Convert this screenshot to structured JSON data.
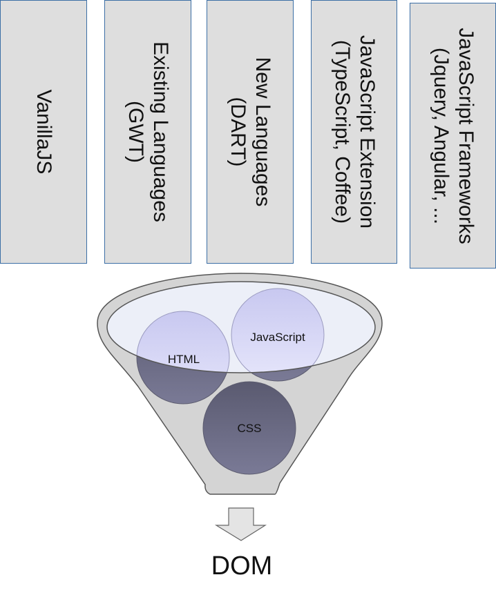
{
  "sources": [
    {
      "id": "vanillajs",
      "label": "VanillaJS"
    },
    {
      "id": "existing-languages",
      "label": "Existing Languages\n(GWT)"
    },
    {
      "id": "new-languages",
      "label": "New Languages\n(DART)"
    },
    {
      "id": "javascript-extension",
      "label": "JavaScript Extension\n(TypeScript, Coffee)"
    },
    {
      "id": "javascript-frameworks",
      "label": "JavaScript Frameworks\n(Jquery, Angular, ..."
    }
  ],
  "funnel": {
    "balls": {
      "html": "HTML",
      "javascript": "JavaScript",
      "css": "CSS"
    }
  },
  "output": {
    "label": "DOM"
  },
  "colors": {
    "box_fill": "#dedede",
    "box_border": "#3b6ea5",
    "funnel_fill": "#d3d3d3",
    "ball_fill": "#6e6e8a"
  }
}
